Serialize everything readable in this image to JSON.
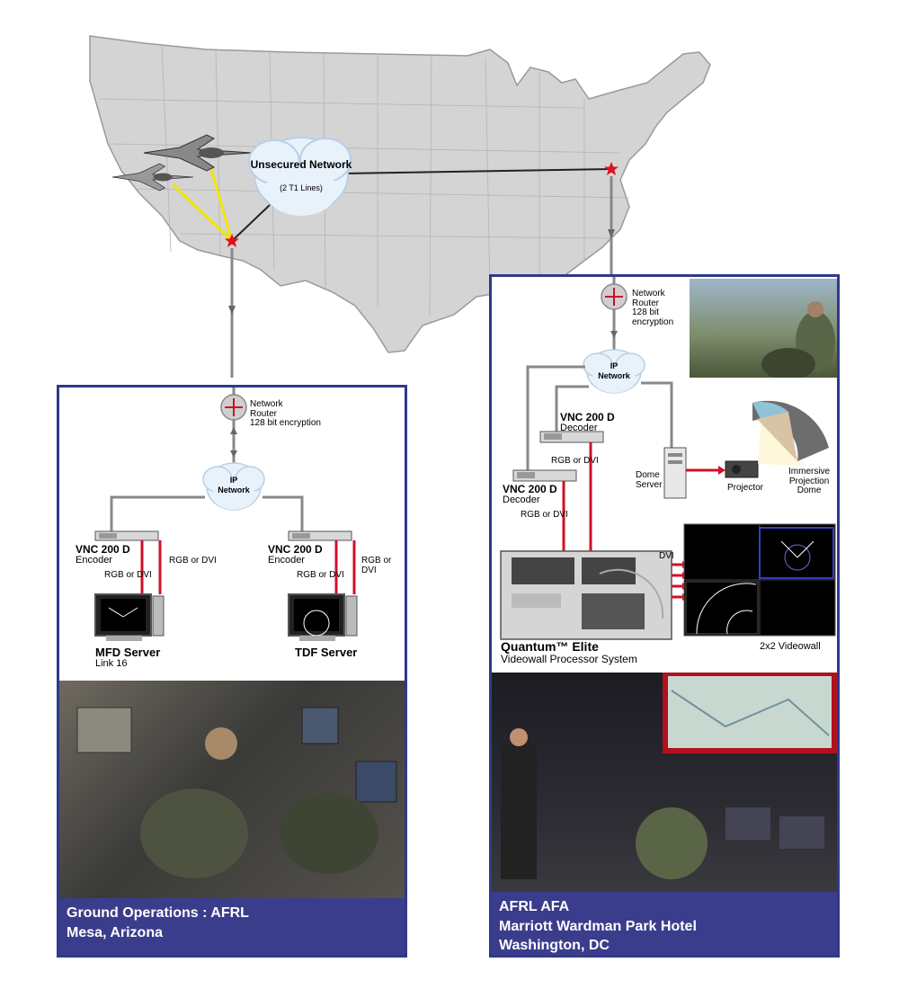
{
  "map": {
    "cloud_title": "Unsecured Network",
    "cloud_sub": "(2 T1 Lines)"
  },
  "left": {
    "router_l1": "Network",
    "router_l2": "Router",
    "router_l3": "128 bit encryption",
    "ip_l1": "IP",
    "ip_l2": "Network",
    "enc1_title": "VNC 200 D",
    "enc1_sub": "Encoder",
    "enc2_title": "VNC 200 D",
    "enc2_sub": "Encoder",
    "rgb1": "RGB or DVI",
    "rgb2": "RGB or DVI",
    "rgb3": "RGB or DVI",
    "rgb4": "RGB or DVI",
    "server1_title": "MFD Server",
    "server1_sub": "Link 16",
    "server2_title": "TDF Server",
    "footer_l1": "Ground Operations : AFRL",
    "footer_l2": "Mesa, Arizona"
  },
  "right": {
    "router_l1": "Network",
    "router_l2": "Router",
    "router_l3": "128 bit",
    "router_l4": "encryption",
    "ip_l1": "IP",
    "ip_l2": "Network",
    "dec1_title": "VNC 200 D",
    "dec1_sub": "Decoder",
    "dec2_title": "VNC 200 D",
    "dec2_sub": "Decoder",
    "rgb1": "RGB or DVI",
    "rgb2": "RGB or DVI",
    "dome_server_l1": "Dome",
    "dome_server_l2": "Server",
    "projector": "Projector",
    "dome_l1": "Immersive",
    "dome_l2": "Projection",
    "dome_l3": "Dome",
    "dvi": "DVI",
    "quantum_title": "Quantum™ Elite",
    "quantum_sub": "Videowall Processor System",
    "videowall": "2x2 Videowall",
    "footer_l1": "AFRL AFA",
    "footer_l2": "Marriott Wardman Park Hotel",
    "footer_l3": "Washington, DC"
  },
  "colors": {
    "panel_border": "#2e3a8a",
    "footer_bg": "#3a3d8c",
    "map_fill": "#d4d4d4",
    "red_link": "#d0102a",
    "yellow_link": "#f2e600"
  }
}
